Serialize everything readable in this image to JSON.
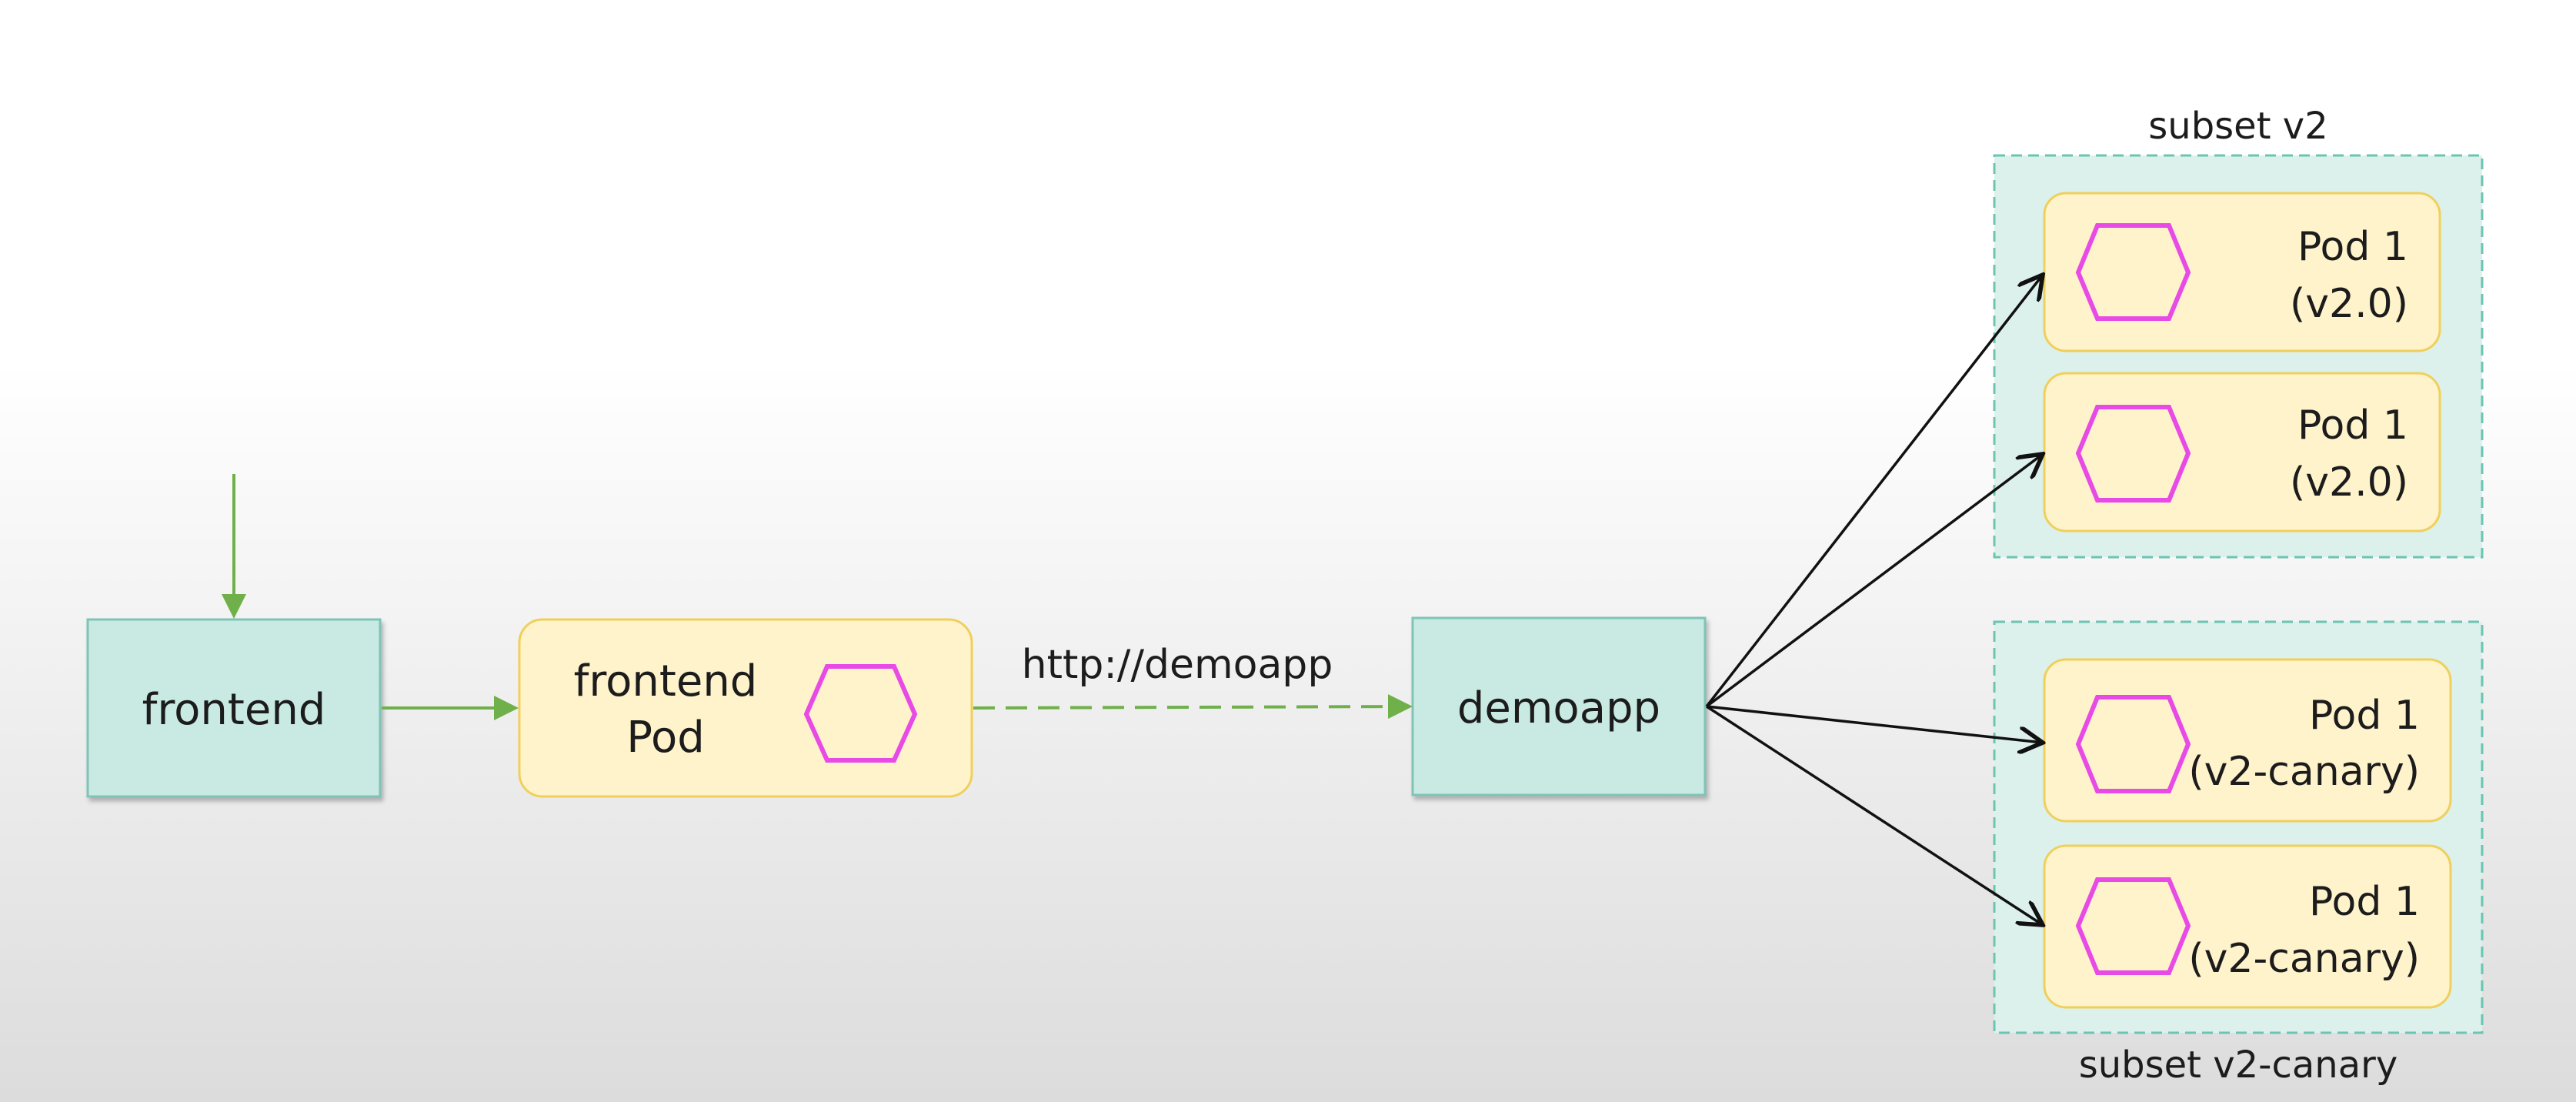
{
  "colors": {
    "service_fill": "#c8eae3",
    "service_border": "#7fc4b7",
    "pod_fill": "#fff3cc",
    "pod_border": "#f0cf5a",
    "hexagon": "#e84ae6",
    "subset_fill": "#dcf1ec",
    "subset_border": "#6cc4b3",
    "green_arrow": "#6fb04a",
    "black_arrow": "#111111",
    "text": "#1c1c1c"
  },
  "nodes": {
    "frontend_service": "frontend",
    "frontend_pod": {
      "line1": "frontend",
      "line2": "Pod",
      "icon": "hexagon-icon"
    },
    "edge_label": "http://demoapp",
    "demoapp_service": "demoapp"
  },
  "subsets": [
    {
      "label": "subset v2",
      "pods": [
        {
          "line1": "Pod 1",
          "line2": "(v2.0)",
          "icon": "hexagon-icon"
        },
        {
          "line1": "Pod 1",
          "line2": "(v2.0)",
          "icon": "hexagon-icon"
        }
      ]
    },
    {
      "label": "subset v2-canary",
      "pods": [
        {
          "line1": "Pod 1",
          "line2": "(v2-canary)",
          "icon": "hexagon-icon"
        },
        {
          "line1": "Pod 1",
          "line2": "(v2-canary)",
          "icon": "hexagon-icon"
        }
      ]
    }
  ]
}
